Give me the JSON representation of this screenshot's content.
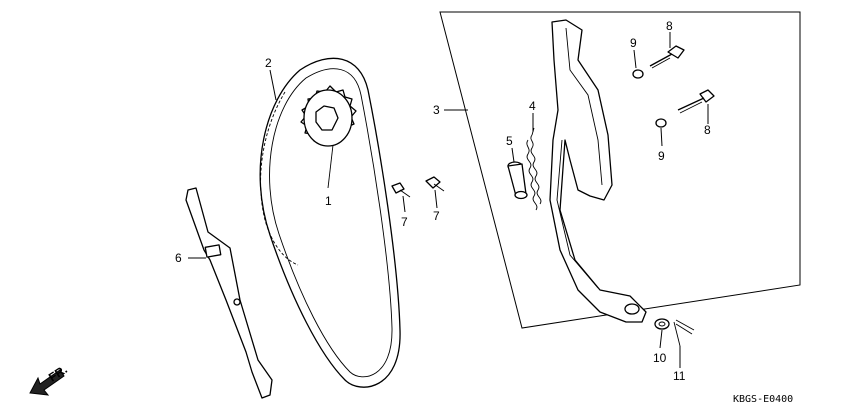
{
  "diagram": {
    "code": "KBGS-E0400",
    "direction_label": "FR.",
    "callouts": {
      "c1": "1",
      "c2": "2",
      "c3": "3",
      "c4": "4",
      "c5": "5",
      "c6": "6",
      "c7a": "7",
      "c7b": "7",
      "c8a": "8",
      "c8b": "8",
      "c9a": "9",
      "c9b": "9",
      "c10": "10",
      "c11": "11"
    }
  }
}
